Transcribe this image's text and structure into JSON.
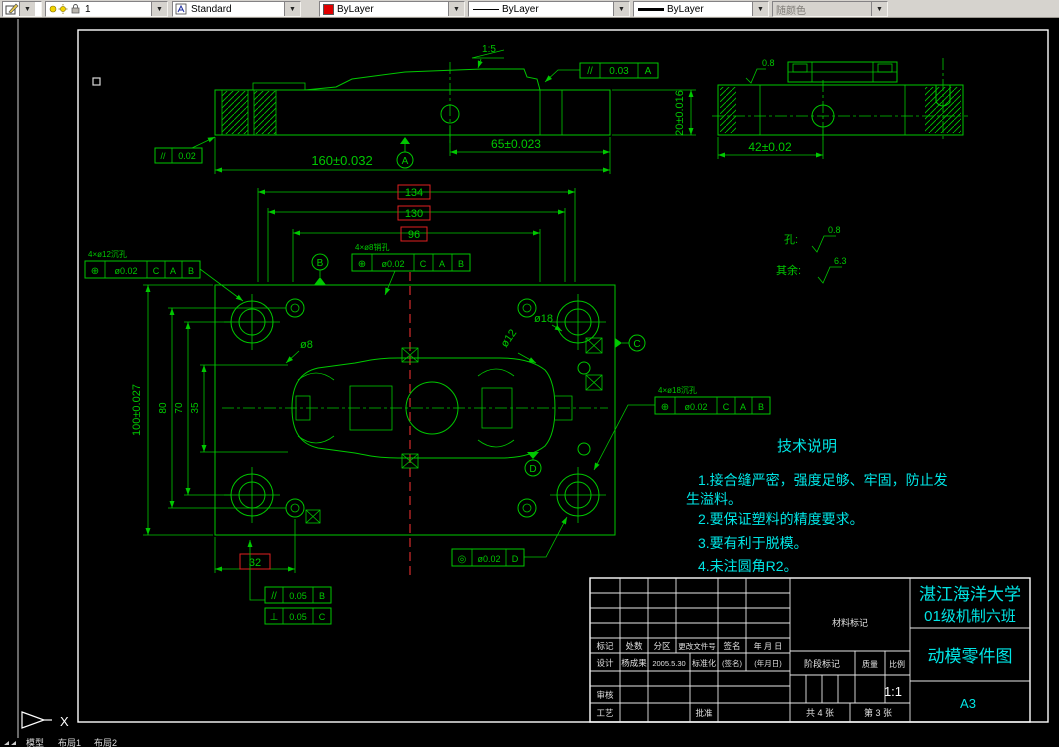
{
  "icons": {
    "dropdown": "▼"
  },
  "toolbar": {
    "layer_combo": {
      "value": "1"
    },
    "style_combo": {
      "value": "Standard"
    },
    "color_combo": {
      "value": "ByLayer",
      "swatch_color": "#ff0000"
    },
    "linetype_combo": {
      "value": "ByLayer"
    },
    "lineweight_combo": {
      "value": "ByLayer"
    },
    "plotstyle_combo": {
      "value": "随颜色"
    }
  },
  "statusbar": {
    "model": "模型",
    "layout1": "布局1",
    "layout2": "布局2"
  },
  "ucs": {
    "x_label": "X"
  },
  "drawing": {
    "colors": {
      "line": "#00c800",
      "accent_red": "#e02020",
      "note_cyan": "#00e5e5",
      "frame_white": "#ffffff"
    },
    "dims": {
      "len160": "160±0.032",
      "len65": "65±0.023",
      "h20": "20±0.016",
      "len42": "42±0.02",
      "b134": "134",
      "b130": "130",
      "b96": "96",
      "h100": "100±0.027",
      "h80": "80",
      "h70": "70",
      "h35": "35",
      "b32": "32",
      "dia18": "ø18",
      "dia12": "ø12",
      "dia8": "ø8",
      "slope": "1:5"
    },
    "fcf": {
      "top": {
        "sym": "//",
        "val": "0.03",
        "datum": "A"
      },
      "left": {
        "sym": "//",
        "val": "0.02"
      },
      "pos_left": {
        "sym": "⊕",
        "val": "ø0.02",
        "d1": "C",
        "d2": "A",
        "d3": "B",
        "note": "4×ø12沉孔"
      },
      "pos_mid": {
        "sym": "⊕",
        "val": "ø0.02",
        "d1": "C",
        "d2": "A",
        "d3": "B",
        "note": "4×ø8销孔"
      },
      "pos_right": {
        "sym": "⊕",
        "val": "ø0.02",
        "d1": "C",
        "d2": "A",
        "d3": "B",
        "note": "4×ø18沉孔"
      },
      "par_b": {
        "sym": "//",
        "val": "0.05",
        "datum": "B"
      },
      "perp_c": {
        "sym": "⊥",
        "val": "0.05",
        "datum": "C"
      },
      "conc_d": {
        "sym": "◎",
        "val": "ø0.02",
        "datum": "D"
      }
    },
    "datums": {
      "a": "A",
      "b": "B",
      "c": "C",
      "d": "D"
    },
    "finish": {
      "hole_label": "孔:",
      "hole_val": "0.8",
      "rest_label": "其余:",
      "rest_val": "6.3",
      "top_val": "0.8"
    },
    "notes": {
      "title": "技术说明",
      "line1": "1.接合缝严密，强度足够、牢固，防止发",
      "line1b": "生溢料。",
      "line2": "2.要保证塑料的精度要求。",
      "line3": "3.要有利于脱模。",
      "line4": "4.未注圆角R2。"
    },
    "titleblock": {
      "school": "湛江海洋大学",
      "class_line": "01级机制六班",
      "title": "动模零件图",
      "material": "材料标记",
      "stage": "阶段标记",
      "mass": "质量",
      "scale_label": "比例",
      "scale": "1:1",
      "sheet": "A3",
      "total": "共 4 张",
      "page": "第 3 张",
      "r1c1": "标记",
      "r1c2": "处数",
      "r1c3": "分区",
      "r1c4": "更改文件号",
      "r1c5": "签名",
      "r1c6": "年 月 日",
      "r2c1": "设计",
      "r2c2": "杨成果",
      "r2c3": "2005.5.30",
      "r2c4": "标准化",
      "r2c5": "(签名)",
      "r2c6": "(年月日)",
      "r4c1": "审核",
      "r5c1": "工艺",
      "r5c4": "批准"
    }
  }
}
